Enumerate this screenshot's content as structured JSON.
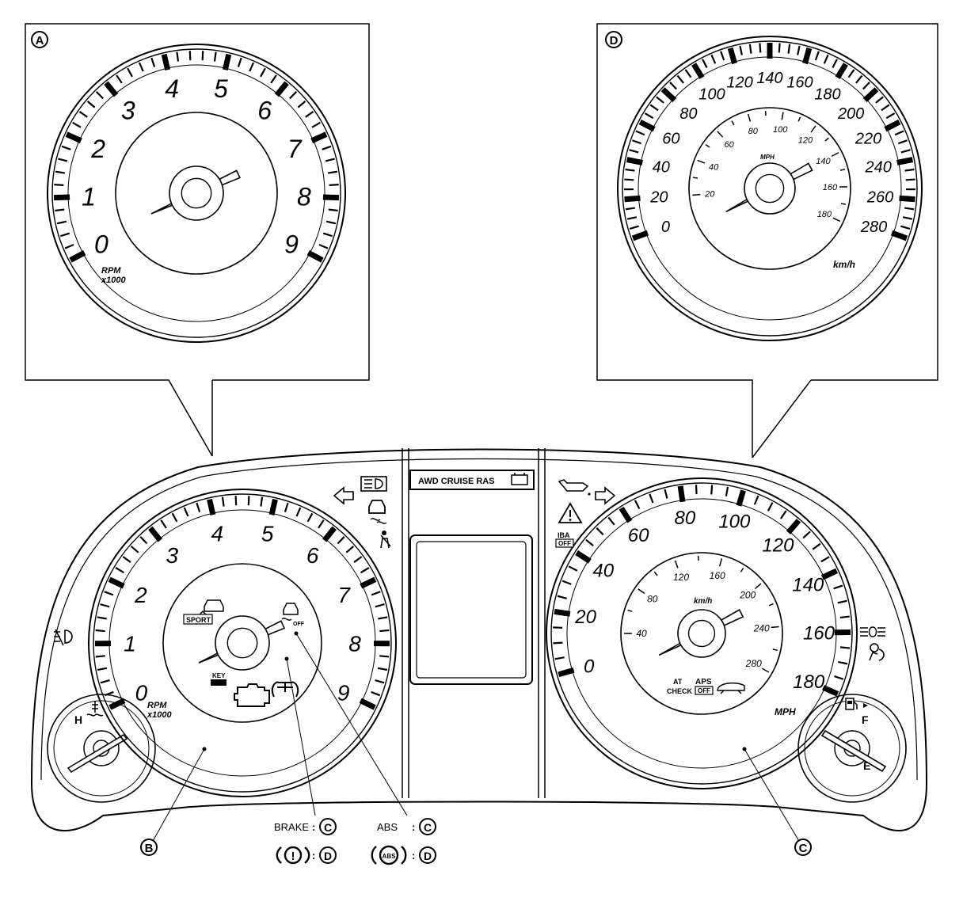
{
  "callouts": {
    "A": "A",
    "B": "B",
    "C": "C",
    "D": "D"
  },
  "tachometer": {
    "numbers": [
      "0",
      "1",
      "2",
      "3",
      "4",
      "5",
      "6",
      "7",
      "8",
      "9"
    ],
    "unit": "RPM",
    "multiplier": "x1000"
  },
  "speedometer_kmh": {
    "numbers": [
      "0",
      "20",
      "40",
      "60",
      "80",
      "100",
      "120",
      "140",
      "160",
      "180",
      "200",
      "220",
      "240",
      "260",
      "280"
    ],
    "unit": "km/h",
    "inner_numbers": [
      "20",
      "40",
      "60",
      "80",
      "100",
      "120",
      "140",
      "160",
      "180"
    ],
    "inner_unit": "MPH"
  },
  "speedometer_mph": {
    "numbers": [
      "0",
      "20",
      "40",
      "60",
      "80",
      "100",
      "120",
      "140",
      "160",
      "180"
    ],
    "unit": "MPH",
    "inner_numbers": [
      "40",
      "80",
      "120",
      "160",
      "200",
      "240",
      "280"
    ],
    "inner_unit": "km/h"
  },
  "temp_gauge": {
    "hot_label": "H"
  },
  "fuel_gauge": {
    "full_label": "F",
    "empty_label": "E"
  },
  "indicators": {
    "center_bar": "AWD CRUISE RAS",
    "sport": "SPORT",
    "key": "KEY",
    "vdc_off": "OFF",
    "at_check": "AT CHECK",
    "aps_off": "APS OFF",
    "iba_off": "IBA OFF"
  },
  "legend": {
    "brake_text": "BRAKE",
    "brake_ref": "C",
    "brake_symbol_ref": "D",
    "abs_text": "ABS",
    "abs_ref": "C",
    "abs_symbol_ref": "D",
    "abs_symbol_text": "ABS",
    "brake_symbol_text": "!"
  }
}
